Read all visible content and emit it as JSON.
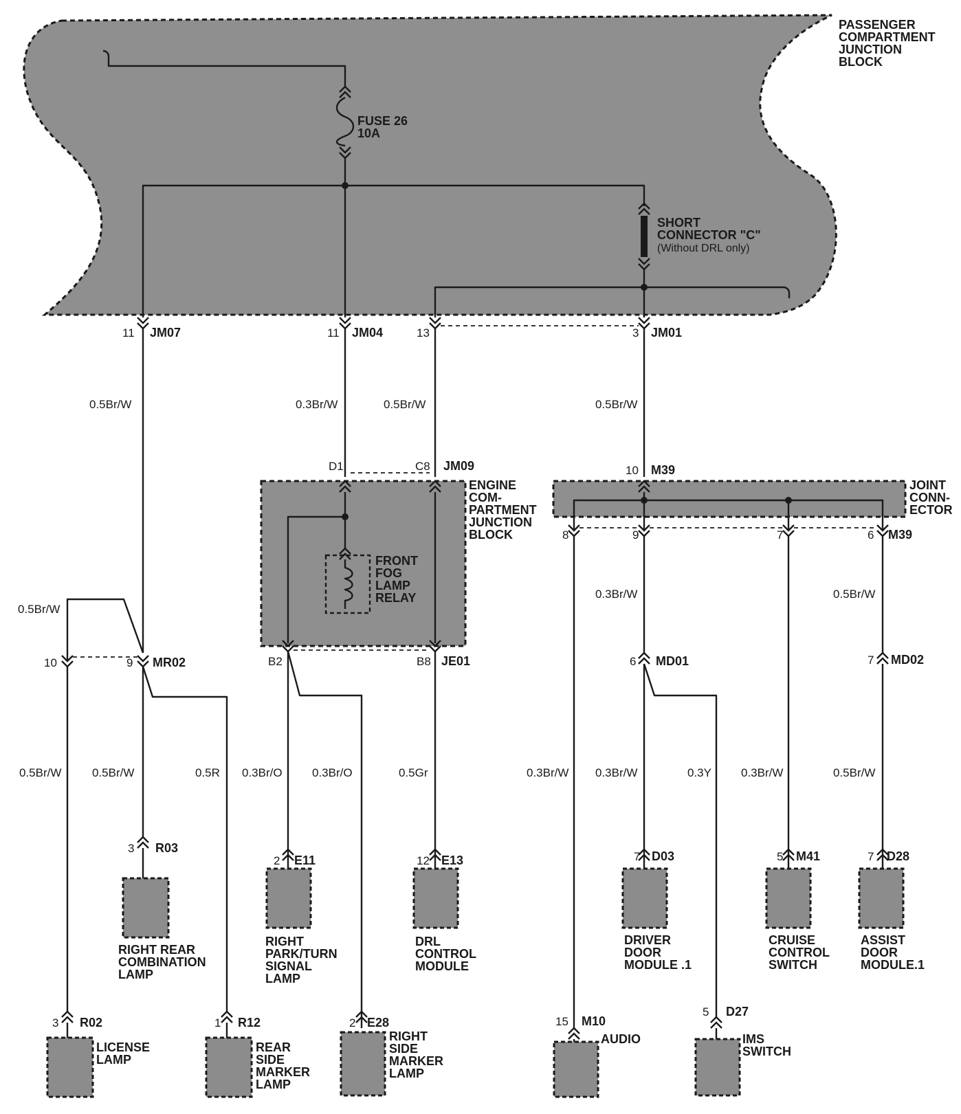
{
  "blocks": {
    "passenger": {
      "title": [
        "PASSENGER",
        "COMPARTMENT",
        "JUNCTION",
        "BLOCK"
      ]
    },
    "engine": {
      "title": [
        "ENGINE",
        "COM-",
        "PARTMENT",
        "JUNCTION",
        "BLOCK"
      ]
    },
    "joint": {
      "title": [
        "JOINT",
        "CONN-",
        "ECTOR"
      ]
    }
  },
  "fuse": {
    "name": "FUSE 26",
    "rating": "10A"
  },
  "short_connector": {
    "title": "SHORT",
    "name": "CONNECTOR \"C\"",
    "note": "(Without DRL only)"
  },
  "relay": {
    "title": [
      "FRONT",
      "FOG",
      "LAMP",
      "RELAY"
    ]
  },
  "connectors": {
    "jm07": {
      "pin": "11",
      "name": "JM07"
    },
    "jm04": {
      "pin": "11",
      "name": "JM04"
    },
    "jm04b": {
      "pin": "13"
    },
    "jm01": {
      "pin": "3",
      "name": "JM01"
    },
    "jm09": {
      "pin_left": "D1",
      "pin_right": "C8",
      "name": "JM09"
    },
    "m39_top": {
      "pin": "10",
      "name": "M39"
    },
    "m39_bottom": {
      "pins": [
        "8",
        "9",
        "7",
        "6"
      ],
      "name": "M39"
    },
    "mr02": {
      "pin_left": "10",
      "pin_right": "9",
      "name": "MR02"
    },
    "je01": {
      "pin_left": "B2",
      "pin_right": "B8",
      "name": "JE01"
    },
    "md01": {
      "pin": "6",
      "name": "MD01"
    },
    "md02": {
      "pin": "7",
      "name": "MD02"
    },
    "r03": {
      "pin": "3",
      "name": "R03"
    },
    "e11": {
      "pin": "2",
      "name": "E11"
    },
    "e13": {
      "pin": "12",
      "name": "E13"
    },
    "d03": {
      "pin": "7",
      "name": "D03"
    },
    "m41": {
      "pin": "5",
      "name": "M41"
    },
    "d28": {
      "pin": "7",
      "name": "D28"
    },
    "r02": {
      "pin": "3",
      "name": "R02"
    },
    "r12": {
      "pin": "1",
      "name": "R12"
    },
    "e28": {
      "pin": "2",
      "name": "E28"
    },
    "m10": {
      "pin": "15",
      "name": "M10"
    },
    "d27": {
      "pin": "5",
      "name": "D27"
    }
  },
  "wires": {
    "jm07": "0.5Br/W",
    "jm04": "0.3Br/W",
    "jm04b": "0.5Br/W",
    "jm01": "0.5Br/W",
    "loop": "0.5Br/W",
    "r02": "0.5Br/W",
    "r03": "0.5Br/W",
    "r12": "0.5R",
    "e11": "0.3Br/O",
    "e28": "0.3Br/O",
    "e13": "0.5Gr",
    "m10": "0.3Br/W",
    "md01": "0.3Br/W",
    "d03": "0.3Br/W",
    "d27": "0.3Y",
    "m41": "0.3Br/W",
    "md02": "0.5Br/W",
    "d28": "0.5Br/W"
  },
  "components": {
    "right_rear_combination_lamp": [
      "RIGHT REAR",
      "COMBINATION",
      "LAMP"
    ],
    "right_park_turn_signal_lamp": [
      "RIGHT",
      "PARK/TURN",
      "SIGNAL",
      "LAMP"
    ],
    "drl_control_module": [
      "DRL",
      "CONTROL",
      "MODULE"
    ],
    "driver_door_module": [
      "DRIVER",
      "DOOR",
      "MODULE .1"
    ],
    "cruise_control_switch": [
      "CRUISE",
      "CONTROL",
      "SWITCH"
    ],
    "assist_door_module": [
      "ASSIST",
      "DOOR",
      "MODULE.1"
    ],
    "license_lamp": [
      "LICENSE",
      "LAMP"
    ],
    "rear_side_marker_lamp": [
      "REAR",
      "SIDE",
      "MARKER",
      "LAMP"
    ],
    "right_side_marker_lamp": [
      "RIGHT",
      "SIDE",
      "MARKER",
      "LAMP"
    ],
    "audio": [
      "AUDIO"
    ],
    "ims_switch": [
      "IMS",
      "SWITCH"
    ]
  }
}
